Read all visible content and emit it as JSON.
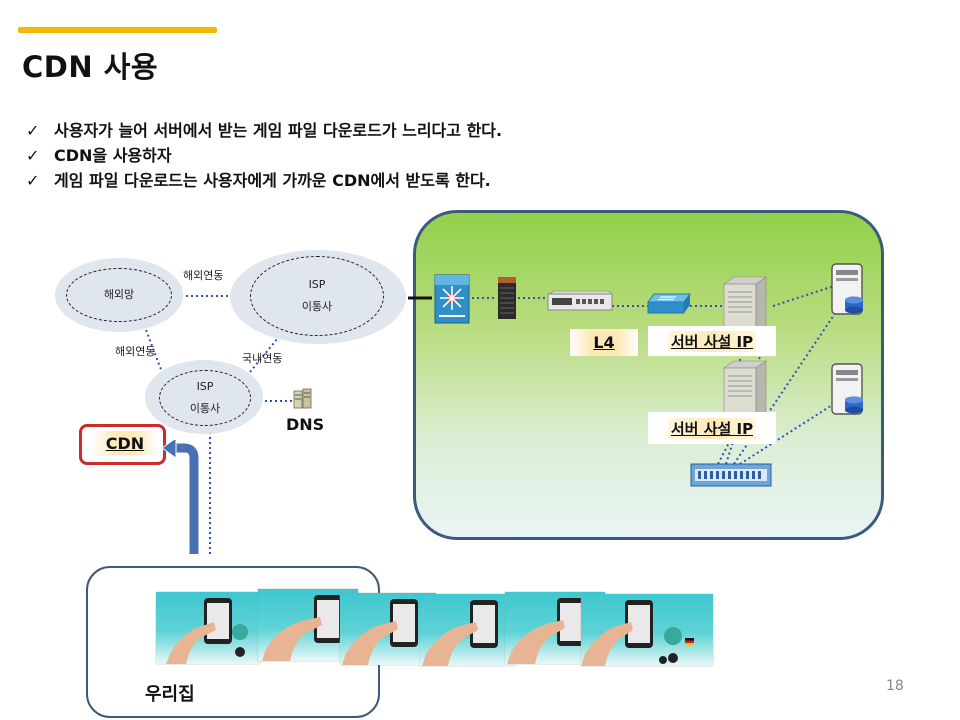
{
  "slide": {
    "title": "CDN 사용",
    "page_number": "18",
    "accent_color": "#f5b800",
    "bullets": [
      "사용자가 늘어 서버에서 받는 게임 파일 다운로드가 느리다고 한다.",
      "CDN을 사용하자",
      "게임 파일 다운로드는 사용자에게 가까운 CDN에서 받도록 한다."
    ]
  },
  "diagram": {
    "overseas_network": "해외망",
    "overseas_link_top": "해외연동",
    "overseas_link_left": "해외연동",
    "domestic_link": "국내연동",
    "isp_top": {
      "line1": "ISP",
      "line2": "이통사"
    },
    "isp_bottom": {
      "line1": "ISP",
      "line2": "이통사"
    },
    "dns": "DNS",
    "cdn": "CDN",
    "l4": "L4",
    "server_private_ip_1": "서버 사설 IP",
    "server_private_ip_2": "서버 사설 IP",
    "home": "우리집",
    "icons": [
      "core-switch-icon",
      "firewall-icon",
      "l4-switch-icon",
      "network-switch-icon",
      "server-icon",
      "database-server-icon",
      "storage-array-icon",
      "dns-server-icon",
      "upload-arrow-icon"
    ],
    "colors": {
      "datacenter_fill": "#92d04a",
      "datacenter_border": "#3c5a7c",
      "cdn_border": "#cf2b2b",
      "link": "#2f4fc4"
    }
  }
}
